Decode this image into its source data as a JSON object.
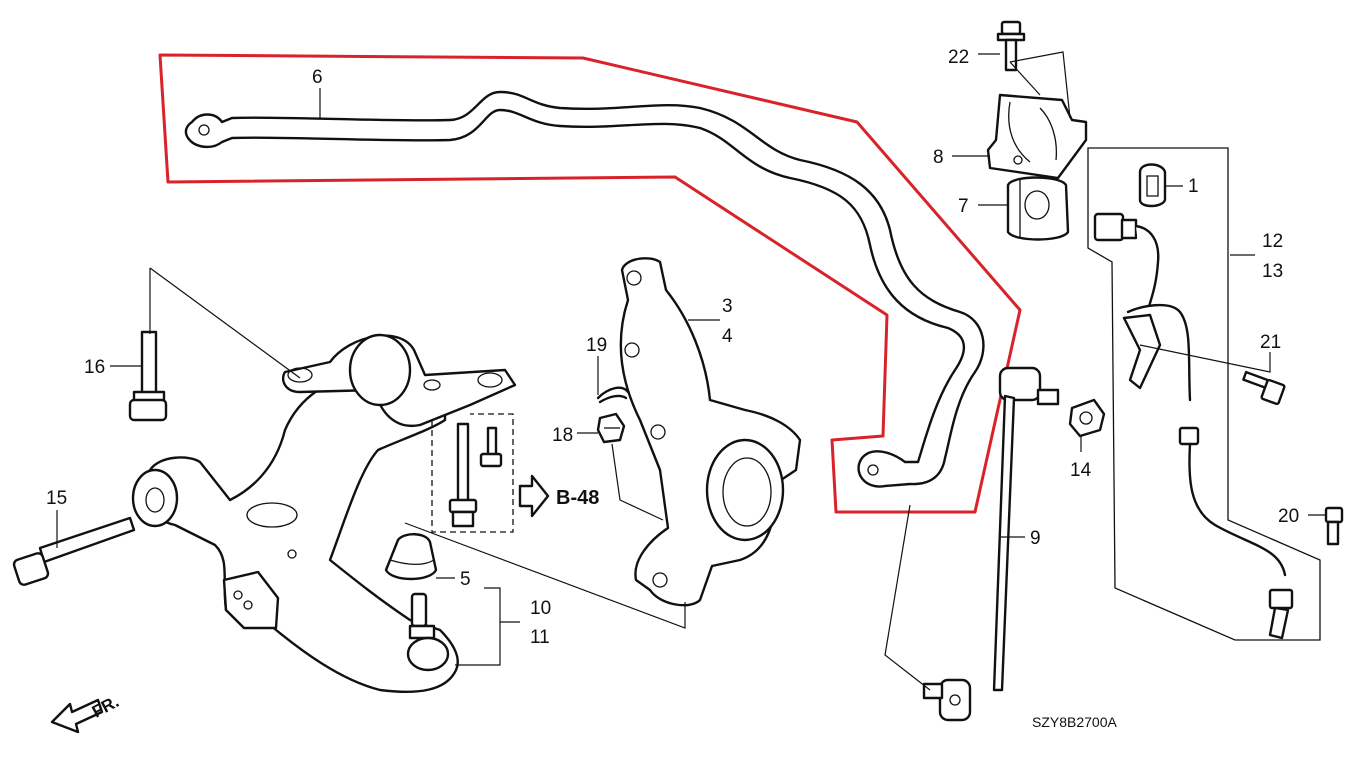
{
  "callouts": {
    "c1": "1",
    "c3": "3",
    "c4": "4",
    "c5": "5",
    "c6": "6",
    "c7": "7",
    "c8": "8",
    "c9": "9",
    "c10": "10",
    "c11": "11",
    "c12": "12",
    "c13": "13",
    "c14": "14",
    "c15": "15",
    "c16": "16",
    "c18": "18",
    "c19": "19",
    "c20": "20",
    "c21": "21",
    "c22": "22"
  },
  "reference": {
    "label": "B-48"
  },
  "direction": {
    "label": "FR."
  },
  "diagram_code": "SZY8B2700A",
  "colors": {
    "highlight": "#d8232a",
    "line": "#111111"
  }
}
